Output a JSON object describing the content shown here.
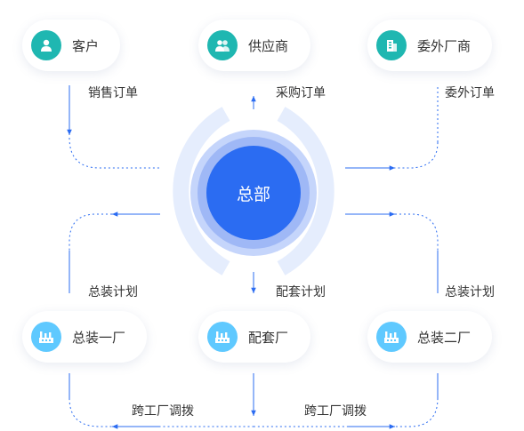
{
  "colors": {
    "hub": "#2b6cf2",
    "ring_inner": "#9fb8f6",
    "ring_outer": "#e5edfd",
    "arrow": "#2b6cf2",
    "teal_icon": "#1fb7b1",
    "light_blue_icon": "#5fc9ff"
  },
  "hub": {
    "label": "总部"
  },
  "nodes": {
    "customer": {
      "label": "客户",
      "icon": "user-icon"
    },
    "supplier": {
      "label": "供应商",
      "icon": "users-icon"
    },
    "outsourcer": {
      "label": "委外厂商",
      "icon": "building-icon"
    },
    "assembly_1": {
      "label": "总装一厂",
      "icon": "factory-icon"
    },
    "parts_factory": {
      "label": "配套厂",
      "icon": "factory-icon"
    },
    "assembly_2": {
      "label": "总装二厂",
      "icon": "factory-icon"
    }
  },
  "edges": {
    "sales_order": "销售订单",
    "purchase_order": "采购订单",
    "outsource_order": "委外订单",
    "assembly_plan_1": "总装计划",
    "parts_plan": "配套计划",
    "assembly_plan_2": "总装计划",
    "transfer_left": "跨工厂调拨",
    "transfer_right": "跨工厂调拨"
  }
}
